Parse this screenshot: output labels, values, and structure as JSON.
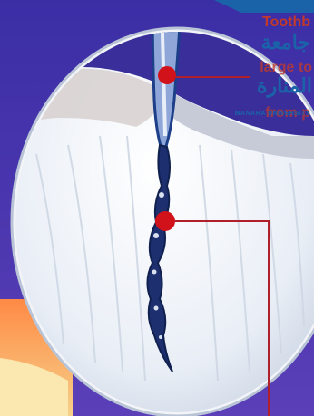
{
  "overlay": {
    "top_label": "Toothb",
    "label_2": "large to",
    "label_3": "from p",
    "arabic_line_1": "جامعة",
    "arabic_line_2": "المنارة",
    "brand_small": "MANARA UNIVERSITY"
  },
  "colors": {
    "background_purple": "#4b3bb3",
    "tooth_white": "#eef2f6",
    "crack_blue": "#1d3f8a",
    "marker_red": "#d1121b",
    "leader_line": "#b0202a",
    "watermark_blue": "#1a63a8"
  }
}
